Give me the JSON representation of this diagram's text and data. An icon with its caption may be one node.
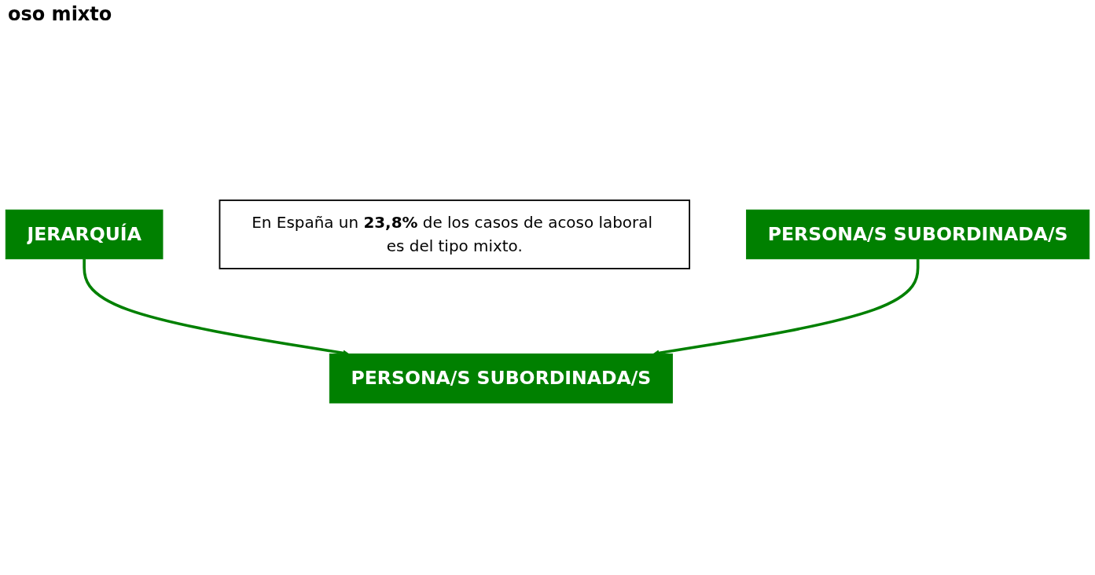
{
  "diagram": {
    "title": "oso mixto",
    "nodes": [
      {
        "text": [
          "JERARQUÍA"
        ]
      },
      {
        "text": [
          "En España un **23,8%** de los casos de acoso laboral es del tipo mixto."
        ]
      },
      {
        "text": [
          "PERSONA/S SUBORDINADA/S"
        ]
      },
      {
        "text": [
          "PERSONA/S SUBORDINADA/S"
        ]
      }
    ],
    "edges": [
      {
        "from": 0,
        "to": 3,
        "arrow": "to"
      },
      {
        "from": 2,
        "to": 3,
        "arrow": "to"
      }
    ]
  }
}
